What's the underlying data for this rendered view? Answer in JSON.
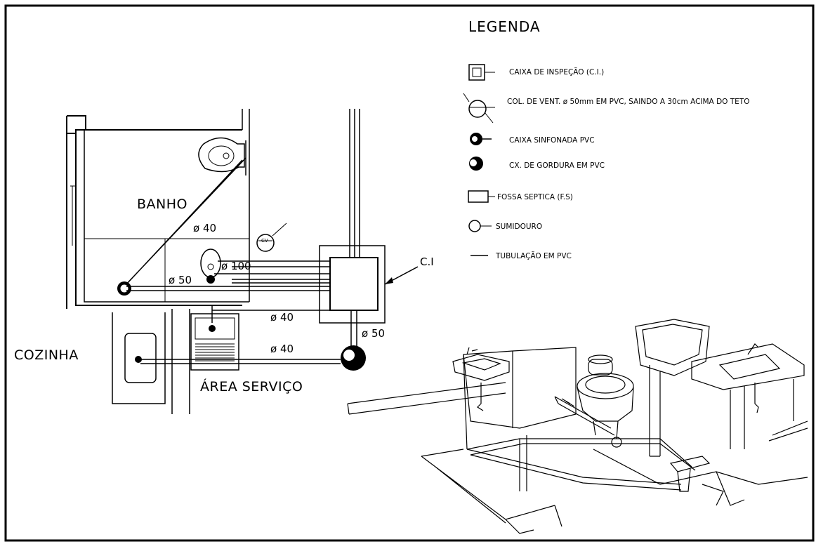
{
  "legend": {
    "title": "LEGENDA",
    "items": [
      {
        "icon": "inspection-box-icon",
        "label": "CAIXA DE INSPEÇÃO (C.I.)"
      },
      {
        "icon": "vent-column-icon",
        "label": "COL. DE VENT. ø 50mm EM PVC, SAINDO A 30cm ACIMA DO TETO"
      },
      {
        "icon": "siphon-box-icon",
        "label": "CAIXA SINFONADA PVC"
      },
      {
        "icon": "grease-box-icon",
        "label": "CX. DE GORDURA EM PVC"
      },
      {
        "icon": "septic-tank-icon",
        "label": "FOSSA SEPTICA (F.S)"
      },
      {
        "icon": "sink-well-icon",
        "label": "SUMIDOURO"
      },
      {
        "icon": "pipe-line-icon",
        "label": "TUBULAÇÃO EM PVC"
      }
    ]
  },
  "plan": {
    "rooms": {
      "bath": "BANHO",
      "kitchen": "COZINHA",
      "service": "ÁREA SERVIÇO"
    },
    "dimensions": {
      "d40_bath": "ø 40",
      "d50_left": "ø 50",
      "d100": "ø 100",
      "d40_mid": "ø 40",
      "d40_low": "ø 40",
      "d50_right": "ø 50"
    },
    "vent_symbol_text": "CV",
    "ci_label": "C.I"
  },
  "iso": {
    "description_icon": "isometric-plumbing-drawing"
  }
}
